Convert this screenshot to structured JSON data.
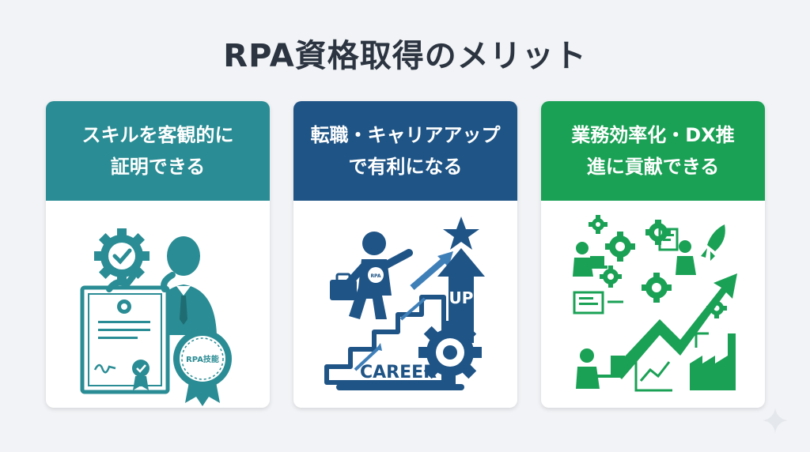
{
  "title": "RPA資格取得のメリット",
  "colors": {
    "background": "#f1f3f6",
    "teal": "#2a8c94",
    "navy": "#1f5486",
    "green": "#1aa155",
    "title": "#2b3440"
  },
  "cards": [
    {
      "header_lines": [
        "スキルを客観的に",
        "証明できる"
      ],
      "color": "#2a8c94",
      "badge_label": "RPA技能",
      "icons": [
        "gear-check-icon",
        "businessman-icon",
        "certificate-icon",
        "rosette-icon"
      ]
    },
    {
      "header_lines": [
        "転職・キャリアアップ",
        "で有利になる"
      ],
      "color": "#1f5486",
      "badge_label": "RPA",
      "up_label": "UP",
      "stairs_label": "CAREER",
      "icons": [
        "climbing-person-icon",
        "briefcase-icon",
        "star-icon",
        "up-arrow-icon",
        "gear-icon"
      ]
    },
    {
      "header_lines": [
        "業務効率化・DX推",
        "進に貢献できる"
      ],
      "color": "#1aa155",
      "icons": [
        "gears-icon",
        "rocket-icon",
        "growth-arrow-icon",
        "factory-icon",
        "workers-icon"
      ]
    }
  ]
}
